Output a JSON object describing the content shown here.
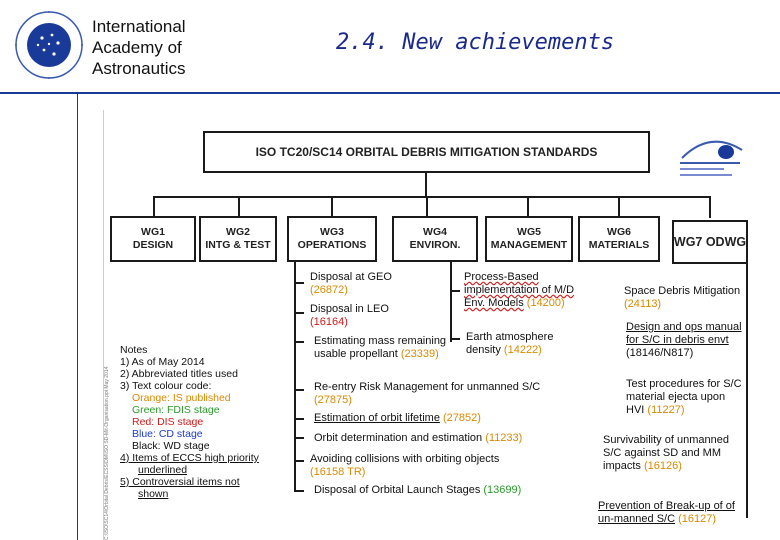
{
  "header": {
    "org_lines": [
      "International",
      "Academy of",
      "Astronautics"
    ],
    "title": "2.4. New achievements"
  },
  "chart_title": "ISO TC20/SC14 ORBITAL DEBRIS MITIGATION STANDARDS",
  "working_groups": [
    {
      "line1": "WG1",
      "line2": "DESIGN"
    },
    {
      "line1": "WG2",
      "line2": "INTG & TEST"
    },
    {
      "line1": "WG3",
      "line2": "OPERATIONS"
    },
    {
      "line1": "WG4",
      "line2": "ENVIRON."
    },
    {
      "line1": "WG5",
      "line2": "MANAGEMENT"
    },
    {
      "line1": "WG6",
      "line2": "MATERIALS"
    },
    {
      "line1": "WG7 ODWG",
      "line2": ""
    }
  ],
  "wg3_items": [
    {
      "text": "Disposal at GEO",
      "code": "(26872)",
      "color": "#d98a00"
    },
    {
      "text": "Disposal in LEO",
      "code": "(16164)",
      "color": "#d11a1a"
    },
    {
      "text": "Estimating mass remaining usable propellant",
      "code": "(23339)",
      "color": "#d98a00"
    },
    {
      "text": "Re-entry Risk Management for unmanned S/C",
      "code": "(27875)",
      "color": "#d98a00"
    },
    {
      "text": "Estimation of orbit lifetime",
      "code": "(27852)",
      "color": "#d98a00"
    },
    {
      "text": "Orbit determination and estimation",
      "code": "(11233)",
      "color": "#d98a00"
    },
    {
      "text": "Avoiding collisions with orbiting objects",
      "code": "(16158 TR)",
      "color": "#d98a00"
    },
    {
      "text": "Disposal of Orbital Launch Stages",
      "code": "(13699)",
      "color": "#2a9a2a"
    }
  ],
  "wg4_items": [
    {
      "text": "Process-Based implementation of M/D Env. Models",
      "code": "(14200)",
      "color": "#d98a00"
    },
    {
      "text": "Earth atmosphere density",
      "code": "(14222)",
      "color": "#d98a00"
    }
  ],
  "wg7_items": [
    {
      "text": "Space Debris Mitigation",
      "code": "(24113)",
      "color": "#d98a00"
    },
    {
      "text": "Design and ops manual for S/C in debris envt",
      "code": "(18146/N817)",
      "color": "#111111"
    },
    {
      "text": "Test procedures for S/C material ejecta upon HVI",
      "code": "(11227)",
      "color": "#d98a00"
    },
    {
      "text": "Survivability of unmanned S/C against SD and MM impacts",
      "code": "(16126)",
      "color": "#d98a00"
    },
    {
      "text": "Prevention of Break-up of of un-manned S/C",
      "code": "(16127)",
      "color": "#d98a00"
    }
  ],
  "notes": {
    "heading": "Notes",
    "n1": "1) As of  May 2014",
    "n2": "2) Abbreviated titles used",
    "n3": "3) Text colour code:",
    "orange": "Orange: IS published",
    "green": "Green: FDIS stage",
    "red": "Red: DIS stage",
    "blue": "Blue: CD stage",
    "black": "Black: WD stage",
    "n4a": "4)   Items of ECCS high priority",
    "n4b": "underlined",
    "n5a": "5)  Controversial items not",
    "n5b": "shown"
  },
  "vertical_caption": "C:\\ISO\\SC14\\Orbital Debris\\ECSS\\DM\\ISO SD-Mit-Organisation.ppt May 2014",
  "colors": {
    "orange": "#d98a00",
    "red": "#d11a1a",
    "green": "#2a9a2a",
    "blue": "#1a3ad0",
    "title_blue": "#1a2a8c"
  }
}
